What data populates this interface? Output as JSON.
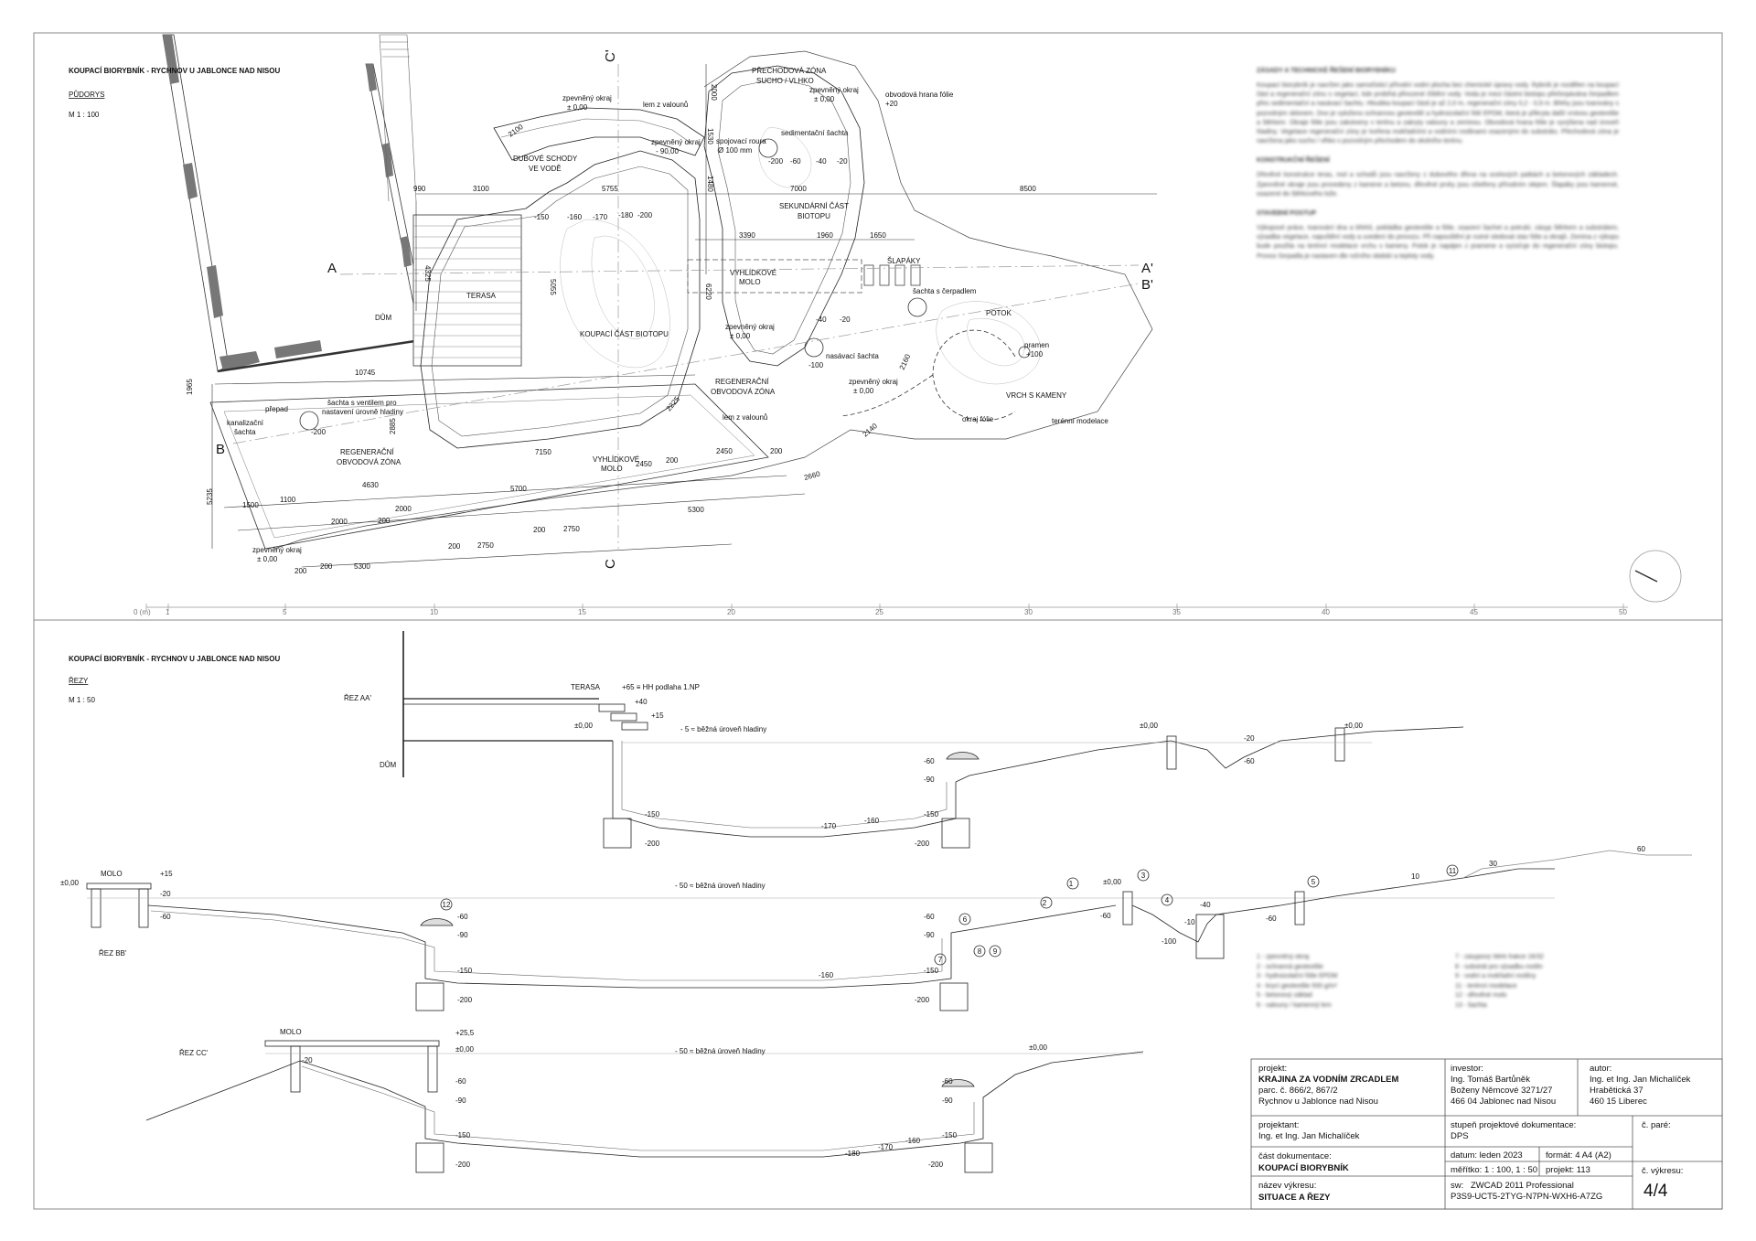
{
  "plan": {
    "title": "KOUPACÍ BIORYBNÍK - RYCHNOV U JABLONCE NAD NISOU",
    "subtitle": "PŮDORYS",
    "scale": "M  1 : 100",
    "zones": {
      "perechodova": "PŘECHODOVÁ ZÓNA",
      "sucho": "SUCHO / VLHKO",
      "dubove1": "DUBOVÉ SCHODY",
      "dubove2": "VE VODĚ",
      "terasa": "TERASA",
      "dum": "DŮM",
      "koupaci": "KOUPACÍ ČÁST BIOTOPU",
      "sekundarni1": "SEKUNDÁRNÍ ČÁST",
      "sekundarni2": "BIOTOPU",
      "vyhlidkove1": "VYHLÍDKOVÉ",
      "vyhlidkove2": "MOLO",
      "slapaky": "ŠLAPÁKY",
      "potok": "POTOK",
      "vrch": "VRCH S KAMENY",
      "regen1a": "REGENERAČNÍ",
      "regen1b": "OBVODOVÁ ZÓNA",
      "regen2a": "REGENERAČNÍ",
      "regen2b": "OBVODOVÁ ZÓNA",
      "molo2a": "VYHLÍDKOVÉ",
      "molo2b": "MOLO"
    },
    "notes": {
      "zpevneny1a": "zpevněný okraj",
      "zpevneny1b": "± 0,00",
      "lem1": "lem z valounů",
      "zpevneny2a": "zpevněný okraj",
      "zpevneny2b": "- 90,00",
      "spojovaci1": "spojovací roura",
      "spojovaci2": "Ø 100 mm",
      "sedimentacni": "sedimentační šachta",
      "zpevneny3a": "zpevněný okraj",
      "zpevneny3b": "± 0,00",
      "obvodova1": "obvodová hrana fólie",
      "obvodova2": "+20",
      "sachta_cerp": "šachta s čerpadlem",
      "pramen1": "pramen",
      "pramen2": "+100",
      "zpevneny4a": "zpevněný okraj",
      "zpevneny4b": "± 0,00",
      "nasavaci": "nasávací šachta",
      "zpevneny5a": "zpevněný okraj",
      "zpevneny5b": "± 0,00",
      "lem2": "lem z valounů",
      "okraj_folie": "okraj fólie",
      "terenni": "terénní modelace",
      "prepad": "přepad",
      "sachta_vent1": "šachta s ventilem pro",
      "sachta_vent2": "nastavení úrovně hladiny",
      "kanal1": "kanalizační",
      "kanal2": "šachta",
      "zpevneny6a": "zpevněný okraj",
      "zpevneny6b": "± 0,00"
    },
    "depths": [
      "-150",
      "-160",
      "-170",
      "-180",
      "-200",
      "-200",
      "-60",
      "-40",
      "-20",
      "-40",
      "-20",
      "-100",
      "-200"
    ],
    "dims": [
      "2000",
      "2100",
      "1530",
      "1480",
      "990",
      "3100",
      "5755",
      "7000",
      "8500",
      "3390",
      "1960",
      "1650",
      "4325",
      "5055",
      "6220",
      "10745",
      "1965",
      "2885",
      "7150",
      "2450",
      "200",
      "2450",
      "200",
      "2225",
      "2160",
      "2140",
      "2660",
      "4630",
      "5700",
      "5235",
      "1500",
      "1100",
      "2000",
      "200",
      "2000",
      "200",
      "2750",
      "200",
      "2750",
      "5300",
      "200",
      "200",
      "5300"
    ],
    "section_labels": [
      "A",
      "A'",
      "B'",
      "B",
      "C'",
      "C"
    ],
    "scalebar": [
      "0 (m)",
      "1",
      "5",
      "10",
      "15",
      "20",
      "25",
      "30",
      "35",
      "40",
      "45",
      "50"
    ]
  },
  "sections": {
    "title": "KOUPACÍ BIORYBNÍK - RYCHNOV U JABLONCE NAD NISOU",
    "subtitle": "ŘEZY",
    "scale": "M  1 : 50",
    "aa": {
      "name": "ŘEZ AA'",
      "terasa": "TERASA",
      "hh": "+65 ≡ HH podlaha 1.NP",
      "dum": "DŮM",
      "hladina": "- 5 ≈ běžná úroveň hladiny",
      "levels": [
        "+40",
        "+15",
        "±0,00",
        "±0,00",
        "-20",
        "±0,00",
        "-60",
        "-90",
        "-150",
        "-160",
        "-170",
        "-150",
        "-200",
        "-200",
        "-60"
      ]
    },
    "bb": {
      "name": "ŘEZ BB'",
      "molo": "MOLO",
      "hladina": "- 50 ≈ běžná úroveň hladiny",
      "levels": [
        "±0,00",
        "+15",
        "-20",
        "-60",
        "-60",
        "-90",
        "-150",
        "-160",
        "-150",
        "-200",
        "-200",
        "-60",
        "-90",
        "±0,00",
        "-60",
        "-40",
        "-10",
        "-100",
        "-60",
        "10",
        "30",
        "60"
      ],
      "markers": [
        "1",
        "2",
        "3",
        "4",
        "5",
        "6",
        "7",
        "8",
        "9",
        "11",
        "12"
      ]
    },
    "cc": {
      "name": "ŘEZ CC'",
      "molo": "MOLO",
      "top": "+25,5",
      "hladina": "- 50 ≈ běžná úroveň hladiny",
      "levels": [
        "±0,00",
        "-20",
        "-60",
        "-90",
        "-150",
        "-180",
        "-170",
        "-160",
        "-150",
        "-200",
        "-200",
        "-60",
        "-90",
        "±0,00"
      ]
    }
  },
  "notes": {
    "h1": "ZÁSADY A TECHNICKÉ ŘEŠENÍ BIORYBNÍKU",
    "p1": "Koupací biorybník je navržen jako samočisticí přírodní vodní plocha bez chemické úpravy vody. Rybník je rozdělen na koupací část a regenerační zónu s vegetací, kde probíhá přirozené čištění vody. Voda je mezi částmi biotopu přečerpávána čerpadlem přes sedimentační a nasávací šachtu. Hloubka koupací části je až 2,0 m, regenerační zóny 0,2 - 0,9 m. Břehy jsou tvarovány s pozvolným sklonem. Dno je vyloženo ochrannou geotextilií a hydroizolační fólií EPDM, která je přikryta další vrstvou geotextilie a štěrkem. Okraje fólie jsou zakotveny v terénu a zakryty valouny a zeminou. Obvodová hrana fólie je vyvýšena nad úroveň hladiny. Vegetace regenerační zóny je tvořena mokřadními a vodními rostlinami osazenými do substrátu. Přechodová zóna je navržena jako sucho / vlhko s pozvolným přechodem do okolního terénu.",
    "h2": "KONSTRUKČNÍ ŘEŠENÍ",
    "p2": "Dřevěné konstrukce teras, mol a schodů jsou navrženy z dubového dřeva na ocelových patkách a betonových základech. Zpevněné okraje jsou provedeny z kamene a betonu, dřevěné prvky jsou ošetřeny přírodním olejem. Šlapáky jsou kamenné, osazené do štěrkového lože.",
    "h3": "STAVEBNÍ POSTUP",
    "p3": "Výkopové práce, tvarování dna a břehů, pokládka geotextilie a fólie, osazení šachet a potrubí, zásyp štěrkem a substrátem, výsadba vegetace, napuštění vody a uvedení do provozu. Při napouštění je nutné sledovat stav fólie a okrajů. Zemina z výkopu bude použita na terénní modelace vrchu s kameny. Potok je napájen z pramene a vyúsťuje do regenerační zóny biotopu. Provoz čerpadla je nastaven dle ročního období a teploty vody."
  },
  "legend": [
    "1 - zpevněný okraj",
    "7 - zásypový štěrk frakce 16/32",
    "2 - ochranná geotextilie",
    "8 - substrát pro výsadbu rostlin",
    "3 - hydroizolační fólie EPDM",
    "9 - vodní a mokřadní rostliny",
    "4 - krycí geotextilie 500 g/m²",
    "11 - terénní modelace",
    "5 - betonový základ",
    "12 - dřevěné molo",
    "6 - valouny / kamenný lem",
    "13 - šachta"
  ],
  "title_block": {
    "projekt_label": "projekt:",
    "projekt_name": "KRAJINA ZA VODNÍM ZRCADLEM",
    "projekt_parc": "parc. č. 866/2, 867/2",
    "projekt_place": "Rychnov u Jablonce nad Nisou",
    "investor_label": "investor:",
    "investor_name": "Ing. Tomáš Bartůněk",
    "investor_addr1": "Boženy Němcové 3271/27",
    "investor_addr2": "466 04 Jablonec nad Nisou",
    "autor_label": "autor:",
    "autor_name": "Ing. et Ing. Jan Michalíček",
    "autor_addr1": "Hrabětická 37",
    "autor_addr2": "460 15 Liberec",
    "projektant_label": "projektant:",
    "projektant_name": "Ing. et Ing. Jan Michalíček",
    "stupen_label": "stupeň projektové dokumentace:",
    "stupen_value": "DPS",
    "pare_label": "č. paré:",
    "cast_label": "část dokumentace:",
    "cast_value": "KOUPACÍ BIORYBNÍK",
    "datum": "datum: leden 2023",
    "format": "formát: 4 A4  (A2)",
    "meritko": "měřítko:  1 : 100, 1 : 50",
    "projekt_no": "projekt:  113",
    "vykres_label": "č. výkresu:",
    "vykres_no": "4/4",
    "nazev_label": "název výkresu:",
    "nazev_value": "SITUACE  A  ŘEZY",
    "sw_label": "sw:",
    "sw_value": "ZWCAD 2011 Professional",
    "sw_key": "P3S9-UCT5-2TYG-N7PN-WXH6-A7ZG"
  }
}
